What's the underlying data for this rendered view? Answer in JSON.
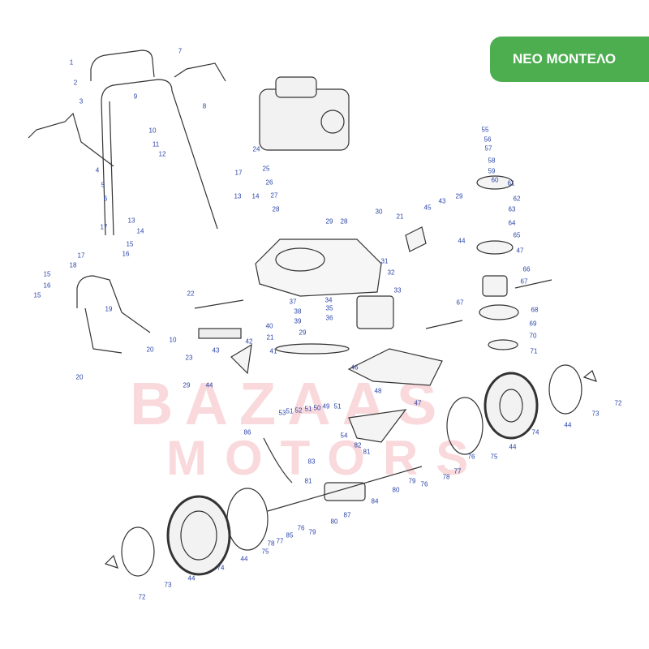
{
  "badge": {
    "label": "ΝΕΟ ΜΟΝΤΕΛΟ",
    "color": "#4cae4f"
  },
  "watermark": {
    "line1": "BAZAAS",
    "line2": "MOTORS"
  },
  "part_labels": [
    "1",
    "2",
    "3",
    "4",
    "5",
    "6",
    "7",
    "8",
    "9",
    "10",
    "11",
    "12",
    "13",
    "14",
    "15",
    "16",
    "17",
    "17",
    "18",
    "15",
    "16",
    "15",
    "19",
    "17",
    "13",
    "14",
    "20",
    "10",
    "20",
    "22",
    "23",
    "24",
    "25",
    "26",
    "27",
    "28",
    "29",
    "28",
    "30",
    "21",
    "29",
    "31",
    "32",
    "33",
    "34",
    "35",
    "36",
    "37",
    "38",
    "39",
    "40",
    "29",
    "21",
    "41",
    "42",
    "43",
    "44",
    "45",
    "43",
    "29",
    "44",
    "46",
    "47",
    "48",
    "49",
    "50",
    "51",
    "52",
    "51",
    "53",
    "51",
    "54",
    "82",
    "81",
    "83",
    "86",
    "81",
    "84",
    "80",
    "79",
    "76",
    "78",
    "77",
    "76",
    "75",
    "74",
    "44",
    "44",
    "73",
    "72",
    "55",
    "56",
    "57",
    "58",
    "59",
    "60",
    "61",
    "62",
    "63",
    "64",
    "65",
    "47",
    "66",
    "67",
    "68",
    "69",
    "70",
    "71",
    "67",
    "87",
    "80",
    "79",
    "76",
    "85",
    "77",
    "78",
    "75",
    "44",
    "74",
    "44",
    "73",
    "72"
  ]
}
